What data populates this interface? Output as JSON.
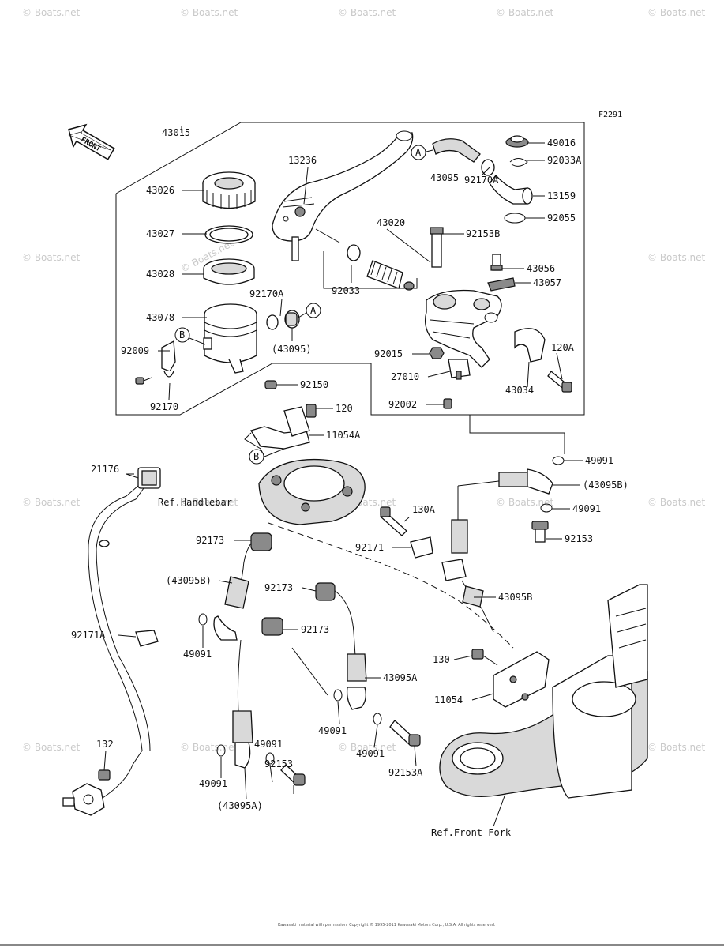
{
  "diagram_code": "F2291",
  "front_label": "FRONT",
  "references": {
    "handlebar": "Ref.Handlebar",
    "front_fork": "Ref.Front Fork"
  },
  "callouts": {
    "a1": "A",
    "a2": "A",
    "b1": "B",
    "b2": "B"
  },
  "parts": {
    "p43015": "43015",
    "p43026": "43026",
    "p43027": "43027",
    "p43028": "43028",
    "p43078": "43078",
    "p92009": "92009",
    "p92170": "92170",
    "p92170A_left": "92170A",
    "p43095_paren": "(43095)",
    "p92150": "92150",
    "p13236": "13236",
    "p43020": "43020",
    "p92033": "92033",
    "p92153B": "92153B",
    "p92015": "92015",
    "p27010": "27010",
    "p92002": "92002",
    "p43095_top": "43095",
    "p92170A_right": "92170A",
    "p49016": "49016",
    "p92033A": "92033A",
    "p13159": "13159",
    "p92055": "92055",
    "p43056": "43056",
    "p43057": "43057",
    "p120A": "120A",
    "p43034": "43034",
    "p120": "120",
    "p11054A": "11054A",
    "p49091_a": "49091",
    "p43095B_paren_r": "(43095B)",
    "p49091_b": "49091",
    "p92153": "92153",
    "p21176": "21176",
    "p130A": "130A",
    "p92173_a": "92173",
    "p92171": "92171",
    "p43095B_paren_l": "(43095B)",
    "p92173_b": "92173",
    "p43095B": "43095B",
    "p92173_c": "92173",
    "p92171A": "92171A",
    "p49091_c": "49091",
    "p130": "130",
    "p43095A": "43095A",
    "p11054": "11054",
    "p49091_d": "49091",
    "p49091_e": "49091",
    "p49091_f": "49091",
    "p132": "132",
    "p92153_b": "92153",
    "p92153A": "92153A",
    "p49091_g": "49091",
    "p43095A_paren": "(43095A)"
  },
  "watermark": "© Boats.net",
  "footer": "Kawasaki material with permission. Copyright © 1995-2011 Kawasaki Motors Corp., U.S.A. All rights reserved."
}
